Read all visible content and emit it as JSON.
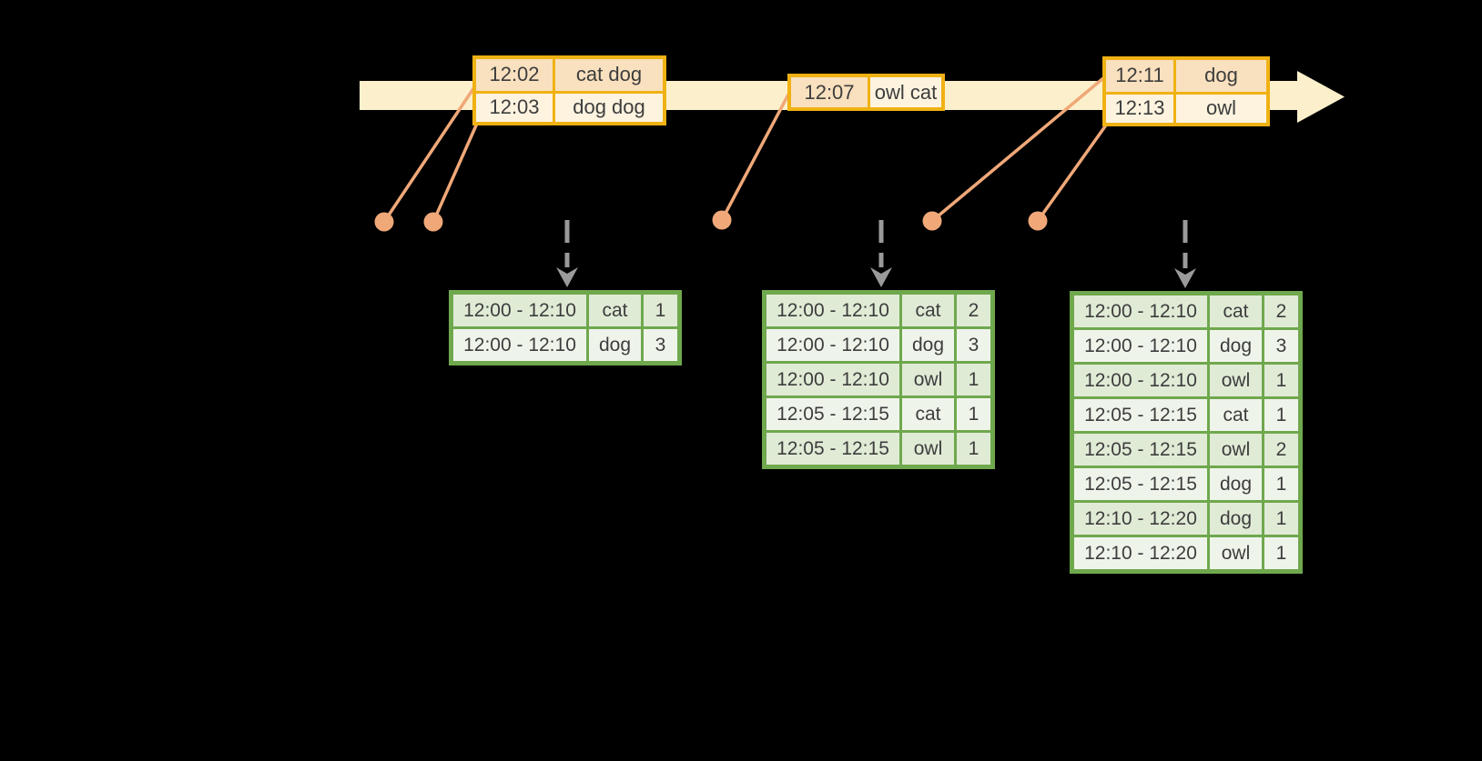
{
  "colors": {
    "background": "#000000",
    "timeline_band": "#FBF0CB",
    "event_border": "#F0B113",
    "event_row_dark": "#F9E0BE",
    "event_row_light": "#FDF3DF",
    "pointer": "#F0A878",
    "trigger_arrow": "#9A9A9A",
    "result_border": "#6FA84D",
    "result_row_dark": "#E0EBD6",
    "result_row_light": "#EFF4EB",
    "text": "#3D3D3D"
  },
  "timeline": {
    "events": [
      {
        "records": [
          {
            "time": "12:02",
            "words": "cat dog"
          },
          {
            "time": "12:03",
            "words": "dog dog"
          }
        ]
      },
      {
        "records": [
          {
            "time": "12:07",
            "words": "owl cat"
          }
        ]
      },
      {
        "records": [
          {
            "time": "12:11",
            "words": "dog"
          },
          {
            "time": "12:13",
            "words": "owl"
          }
        ]
      }
    ]
  },
  "result_tables": [
    {
      "rows": [
        {
          "window": "12:00 - 12:10",
          "word": "cat",
          "count": "1"
        },
        {
          "window": "12:00 - 12:10",
          "word": "dog",
          "count": "3"
        }
      ]
    },
    {
      "rows": [
        {
          "window": "12:00 - 12:10",
          "word": "cat",
          "count": "2"
        },
        {
          "window": "12:00 - 12:10",
          "word": "dog",
          "count": "3"
        },
        {
          "window": "12:00 - 12:10",
          "word": "owl",
          "count": "1"
        },
        {
          "window": "12:05 - 12:15",
          "word": "cat",
          "count": "1"
        },
        {
          "window": "12:05 - 12:15",
          "word": "owl",
          "count": "1"
        }
      ]
    },
    {
      "rows": [
        {
          "window": "12:00 - 12:10",
          "word": "cat",
          "count": "2"
        },
        {
          "window": "12:00 - 12:10",
          "word": "dog",
          "count": "3"
        },
        {
          "window": "12:00 - 12:10",
          "word": "owl",
          "count": "1"
        },
        {
          "window": "12:05 - 12:15",
          "word": "cat",
          "count": "1"
        },
        {
          "window": "12:05 - 12:15",
          "word": "owl",
          "count": "2"
        },
        {
          "window": "12:05 - 12:15",
          "word": "dog",
          "count": "1"
        },
        {
          "window": "12:10 - 12:20",
          "word": "dog",
          "count": "1"
        },
        {
          "window": "12:10 - 12:20",
          "word": "owl",
          "count": "1"
        }
      ]
    }
  ]
}
